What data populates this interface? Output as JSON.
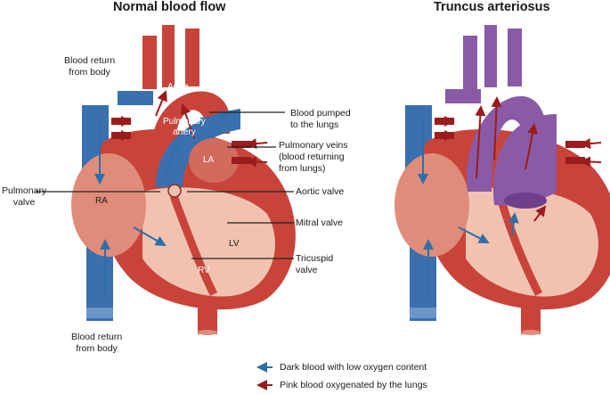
{
  "titles": {
    "left": "Normal blood flow",
    "right": "Truncus arteriosus"
  },
  "labels": {
    "blood_return_top": [
      "Blood return",
      "from body"
    ],
    "blood_return_bottom": [
      "Blood return",
      "from body"
    ],
    "blood_pumped": [
      "Blood pumped",
      "to the lungs"
    ],
    "pulmonary_veins": [
      "Pulmonary veins",
      "(blood returning",
      "from lungs)"
    ],
    "pulmonary_valve": [
      "Pulmonary",
      "valve"
    ],
    "aortic_valve": "Aortic valve",
    "mitral_valve": "Mitral valve",
    "tricuspid_valve": [
      "Tricuspid",
      "valve"
    ]
  },
  "heart_labels": {
    "aorta": "Aorta",
    "pulmonary_artery": [
      "Pulmonary",
      "artery"
    ],
    "la": "LA",
    "ra": "RA",
    "lv": "LV",
    "rv": "RV"
  },
  "legend": [
    {
      "text": "Dark blood with low oxygen content",
      "color": "#2f6fa8",
      "icon": "blue-arrow-icon"
    },
    {
      "text": "Pink blood oxygenated by the lungs",
      "color": "#9b1c1c",
      "icon": "red-arrow-icon"
    }
  ],
  "colors": {
    "heart_red": "#c8443a",
    "heart_light": "#e08c7a",
    "chamber_pink": "#f2c2b0",
    "vein_blue": "#3a6fb0",
    "truncus_purple": "#8a5aa6",
    "arrow_blue": "#2f6fa8",
    "arrow_red": "#9b1c1c"
  }
}
